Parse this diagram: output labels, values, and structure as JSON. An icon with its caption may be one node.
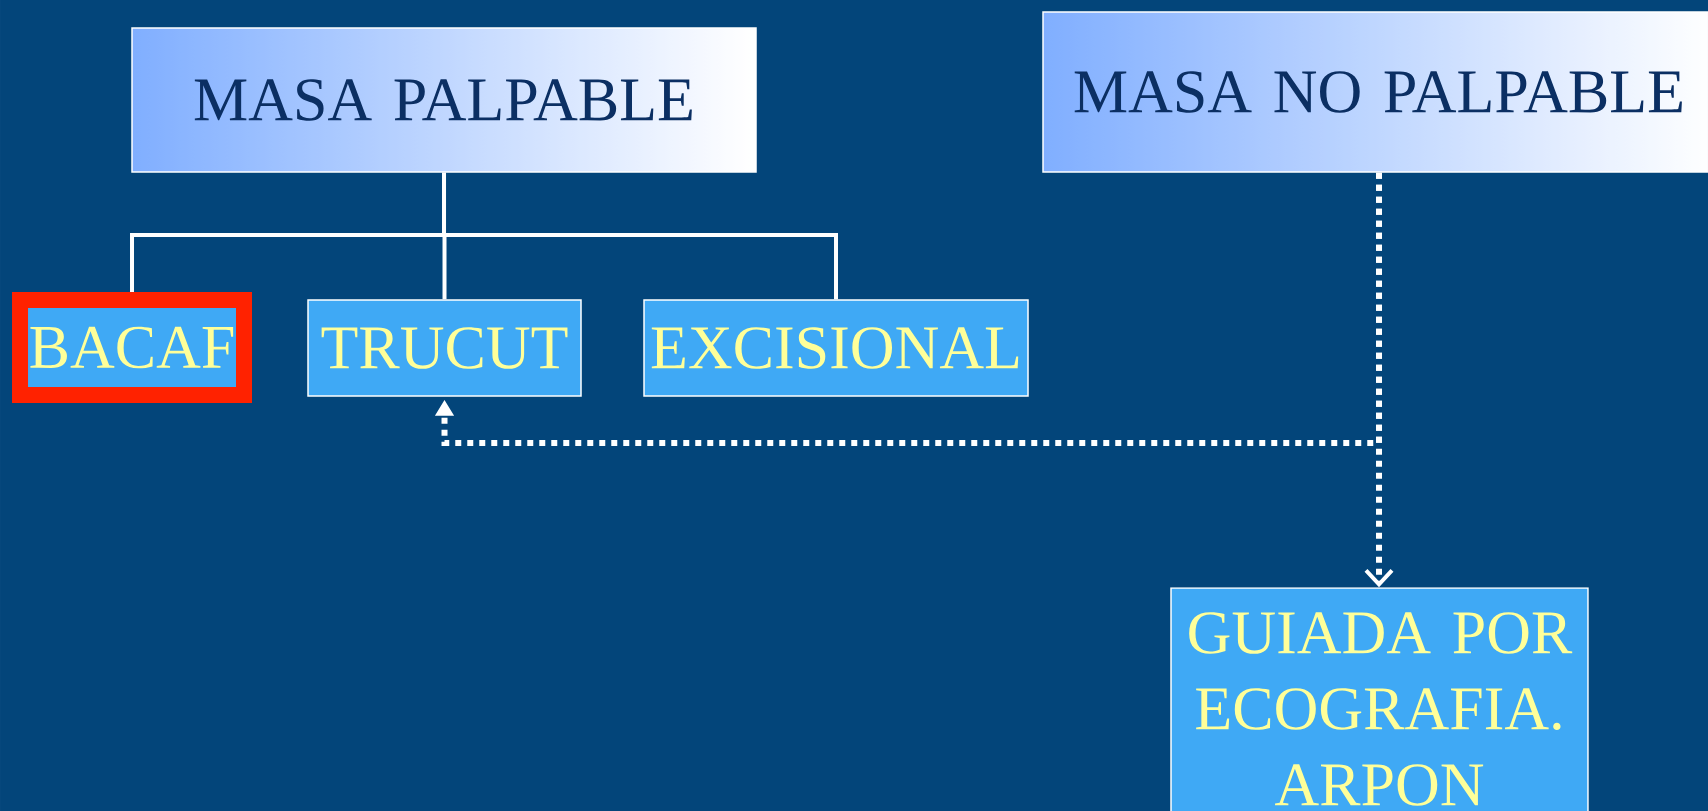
{
  "diagram": {
    "nodes": [
      {
        "text": [
          "MASA PALPABLE"
        ]
      },
      {
        "text": [
          "MASA NO PALPABLE"
        ]
      },
      {
        "text": [
          "BACAF"
        ]
      },
      {
        "text": [
          "TRUCUT"
        ]
      },
      {
        "text": [
          "EXCISIONAL"
        ]
      },
      {
        "text": [
          "GUIADA POR ECOGRAFIA. ARPON"
        ]
      }
    ],
    "edges": [
      {
        "from": 0,
        "to": 2,
        "arrow": "none"
      },
      {
        "from": 0,
        "to": 3,
        "arrow": "none"
      },
      {
        "from": 0,
        "to": 4,
        "arrow": "none"
      },
      {
        "from": 1,
        "to": 5,
        "arrow": "to",
        "style": "dashed"
      },
      {
        "from": 1,
        "to": 3,
        "arrow": "to",
        "style": "dashed"
      }
    ]
  }
}
